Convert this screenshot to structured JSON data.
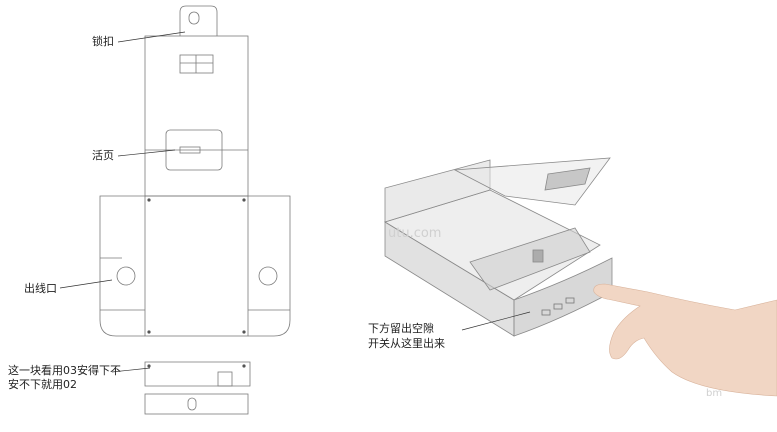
{
  "labels": {
    "lock": "锁扣",
    "hinge": "活页",
    "cable_outlet": "出线口",
    "note_line1": "这一块看用03安得下不",
    "note_line2": "安不下就用02",
    "switch_line1": "下方留出空隙",
    "switch_line2": "开关从这里出来"
  },
  "watermark": {
    "site": "utu.com",
    "small": "bm"
  }
}
